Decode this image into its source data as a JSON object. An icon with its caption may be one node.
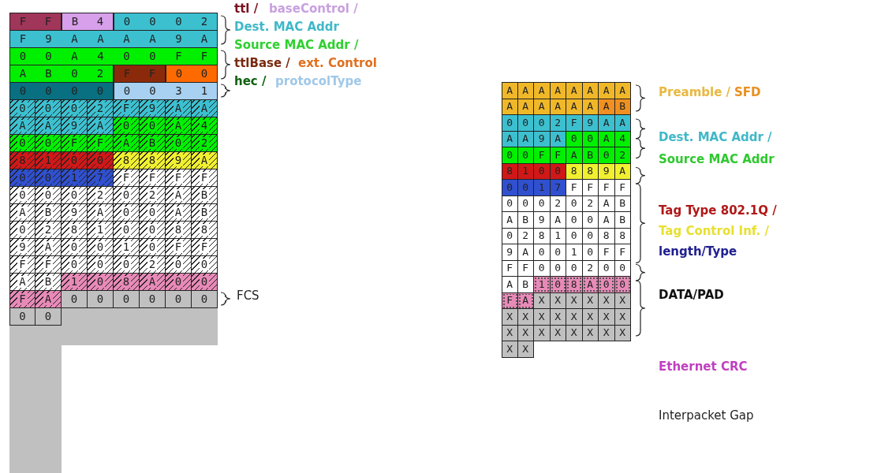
{
  "diagram": {
    "nodes": [
      {
        "text": [],
        "shape": "bar"
      },
      {
        "text": [],
        "shape": "bar"
      }
    ],
    "labels": [
      "F",
      "F",
      "B",
      "4",
      "0",
      "0",
      "0",
      "2",
      "F",
      "9",
      "A",
      "A",
      "A",
      "A",
      "9",
      "A",
      "0",
      "0",
      "A",
      "4",
      "0",
      "0",
      "F",
      "F",
      "A",
      "B",
      "0",
      "2",
      "F",
      "F",
      "0",
      "0",
      "0",
      "0",
      "0",
      "0",
      "0",
      "0",
      "3",
      "1",
      "0",
      "0",
      "0",
      "2",
      "F",
      "9",
      "A",
      "A",
      "A",
      "A",
      "9",
      "A",
      "0",
      "0",
      "A",
      "4",
      "0",
      "0",
      "F",
      "F",
      "A",
      "B",
      "0",
      "2",
      "8",
      "1",
      "0",
      "0",
      "8",
      "8",
      "9",
      "A",
      "0",
      "0",
      "1",
      "7",
      "F",
      "F",
      "F",
      "F",
      "0",
      "0",
      "0",
      "2",
      "0",
      "2",
      "A",
      "B",
      "A",
      "B",
      "9",
      "A",
      "0",
      "0",
      "A",
      "B",
      "0",
      "2",
      "8",
      "1",
      "0",
      "0",
      "8",
      "8",
      "9",
      "A",
      "0",
      "0",
      "1",
      "0",
      "F",
      "F",
      "F",
      "F",
      "0",
      "0",
      "0",
      "2",
      "0",
      "0",
      "A",
      "B",
      "1",
      "0",
      "8",
      "A",
      "0",
      "0",
      "F",
      "A",
      "0",
      "0",
      "0",
      "0",
      "0",
      "0",
      "0",
      "0",
      "ttl /",
      "baseControl /",
      "Dest. MAC Addr",
      "Source MAC Addr /",
      "ttlBase /",
      "ext. Control",
      "hec /",
      "protocolType",
      "FCS",
      "A",
      "A",
      "A",
      "A",
      "A",
      "A",
      "A",
      "A",
      "A",
      "A",
      "A",
      "A",
      "A",
      "A",
      "A",
      "B",
      "0",
      "0",
      "0",
      "2",
      "F",
      "9",
      "A",
      "A",
      "A",
      "A",
      "9",
      "A",
      "0",
      "0",
      "A",
      "4",
      "0",
      "0",
      "F",
      "F",
      "A",
      "B",
      "0",
      "2",
      "8",
      "1",
      "0",
      "0",
      "8",
      "8",
      "9",
      "A",
      "0",
      "0",
      "1",
      "7",
      "F",
      "F",
      "F",
      "F",
      "0",
      "0",
      "0",
      "2",
      "0",
      "2",
      "A",
      "B",
      "A",
      "B",
      "9",
      "A",
      "0",
      "0",
      "A",
      "B",
      "0",
      "2",
      "8",
      "1",
      "0",
      "0",
      "8",
      "8",
      "9",
      "A",
      "0",
      "0",
      "1",
      "0",
      "F",
      "F",
      "F",
      "F",
      "0",
      "0",
      "0",
      "2",
      "0",
      "0",
      "A",
      "B",
      "1",
      "0",
      "8",
      "A",
      "0",
      "0",
      "F",
      "A",
      "X",
      "X",
      "X",
      "X",
      "X",
      "X",
      "X",
      "X",
      "X",
      "X",
      "X",
      "X",
      "X",
      "X",
      "X",
      "X",
      "X",
      "X",
      "X",
      "X",
      "X",
      "X",
      "X",
      "X",
      "Preamble /",
      "SFD",
      "Dest. MAC Addr /",
      "Source MAC Addr",
      "Tag Type 802.1Q /",
      "Tag Control Inf. /",
      "length/Type",
      "DATA/PAD",
      "Ethernet CRC",
      "Interpacket Gap"
    ]
  }
}
